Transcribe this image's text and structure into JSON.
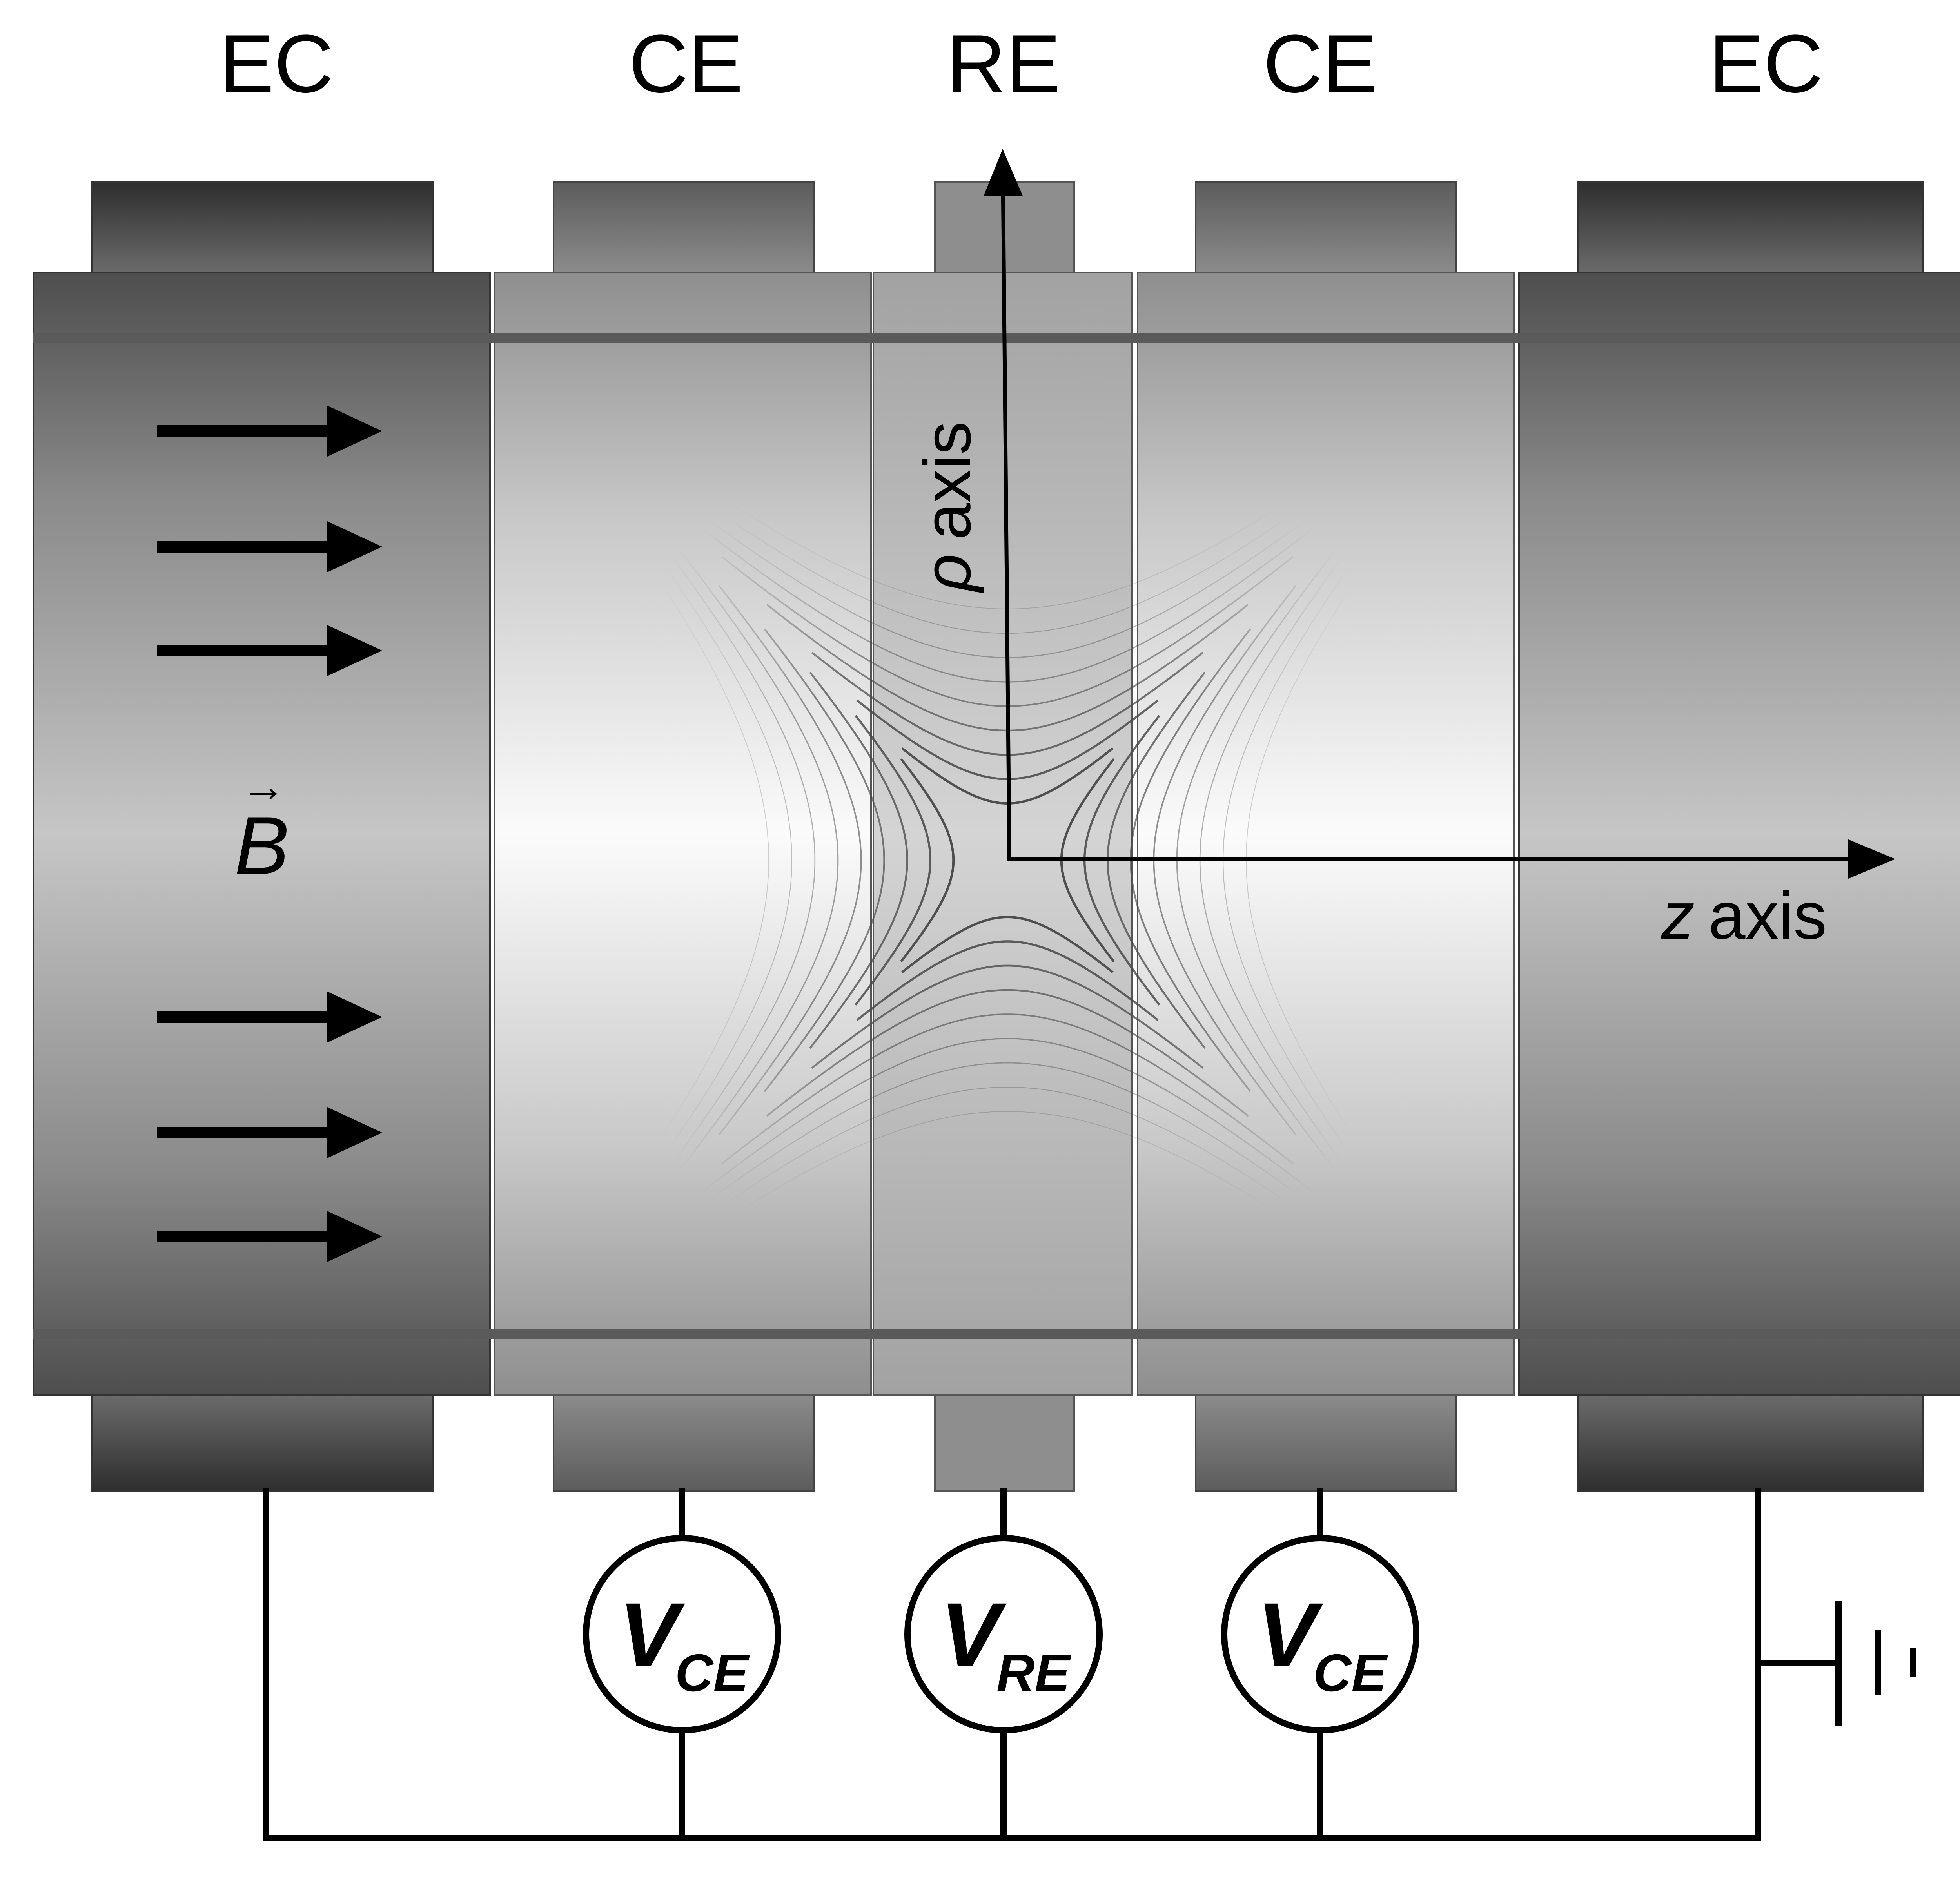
{
  "electrodes": [
    {
      "id": "ec-left",
      "label": "EC"
    },
    {
      "id": "ce-left",
      "label": "CE"
    },
    {
      "id": "re-center",
      "label": "RE"
    },
    {
      "id": "ce-right",
      "label": "CE"
    },
    {
      "id": "ec-right",
      "label": "EC"
    }
  ],
  "axes": {
    "rho_symbol": "ρ",
    "rho_word": "axis",
    "z_symbol": "z",
    "z_word": "axis"
  },
  "field": {
    "symbol": "B",
    "vector_arrow": "→",
    "arrow_count": 6
  },
  "voltmeters": [
    {
      "main": "V",
      "sub": "CE"
    },
    {
      "main": "V",
      "sub": "RE"
    },
    {
      "main": "V",
      "sub": "CE"
    }
  ],
  "colors": {
    "ec_dark": "#3a3a3a",
    "ec_light": "#bdbdbd",
    "ce_center": "#f8f8f8",
    "re_fill": "#c4c4c4",
    "wire": "#000000"
  }
}
